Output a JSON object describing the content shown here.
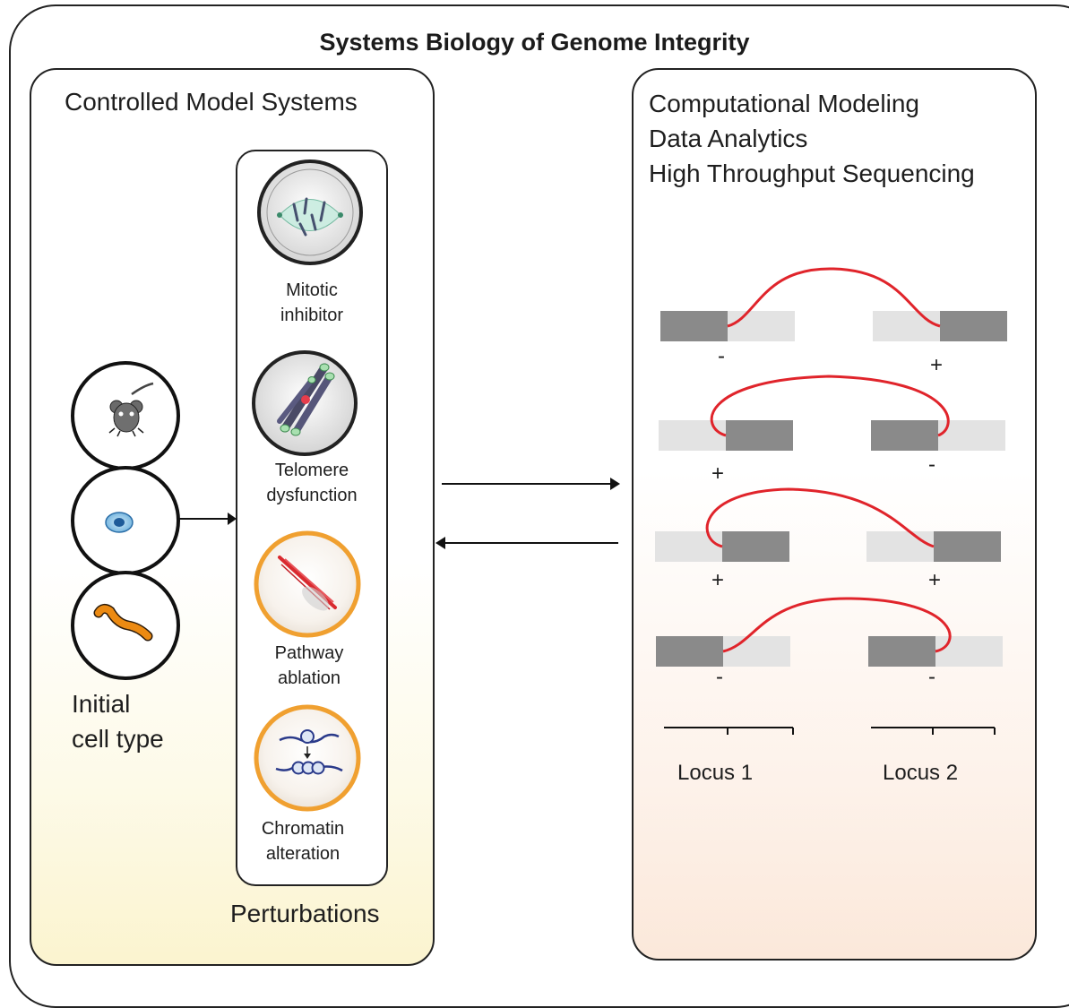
{
  "title": "Systems Biology of Genome Integrity",
  "left_panel": {
    "heading": "Controlled Model Systems",
    "initial_cell_type": {
      "line1": "Initial",
      "line2": "cell type"
    },
    "perturbations": {
      "footer": "Perturbations",
      "items": [
        {
          "line1": "Mitotic",
          "line2": "inhibitor"
        },
        {
          "line1": "Telomere",
          "line2": "dysfunction"
        },
        {
          "line1": "Pathway",
          "line2": "ablation"
        },
        {
          "line1": "Chromatin",
          "line2": "alteration"
        }
      ]
    }
  },
  "right_panel": {
    "headings": [
      "Computational Modeling",
      "Data Analytics",
      "High Throughput Sequencing"
    ],
    "rows": [
      {
        "sign_left": "-",
        "sign_right": "+"
      },
      {
        "sign_left": "+",
        "sign_right": "-"
      },
      {
        "sign_left": "+",
        "sign_right": "+"
      },
      {
        "sign_left": "-",
        "sign_right": "-"
      }
    ],
    "locus_labels": [
      "Locus 1",
      "Locus 2"
    ]
  },
  "colors": {
    "junction_red": "#e0242b",
    "segment_dark": "#8a8a8a",
    "segment_light": "#e3e3e3",
    "ring_orange": "#f0a030",
    "chromatin_blue": "#2a3a8a"
  }
}
